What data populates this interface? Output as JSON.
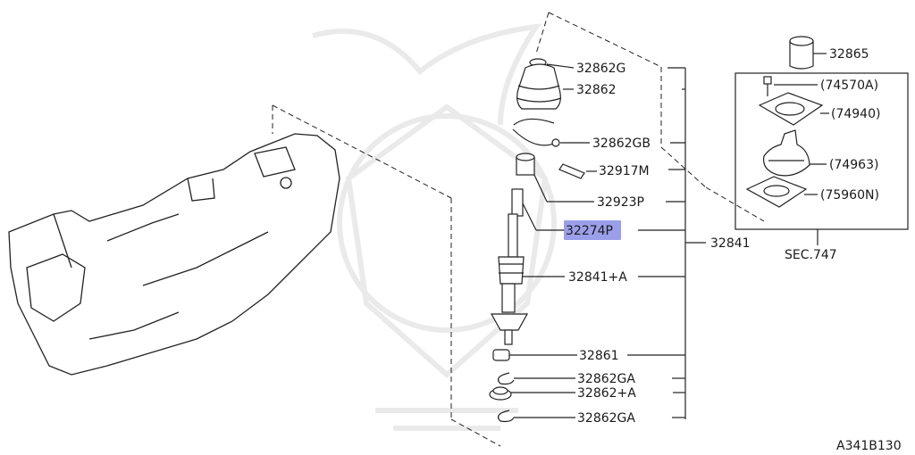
{
  "diagram_code": "A341B130",
  "section_ref": "SEC.747",
  "assembly_label": "32841",
  "highlight_color": "#8a8ee6",
  "callouts": {
    "c32865": "32865",
    "c32862G": "32862G",
    "c74570A": "(74570A)",
    "c32862": "32862",
    "c74940": "(74940)",
    "c32862GB": "32862GB",
    "c74963": "(74963)",
    "c32917M": "32917M",
    "c32923P": "32923P",
    "c75960N": "(75960N)",
    "c32274_main": "32274",
    "c32274_suffix": "P",
    "c32841A": "32841+A",
    "c32861": "32861",
    "c32862GA_1": "32862GA",
    "c32862A": "32862+A",
    "c32862GA_2": "32862GA"
  }
}
